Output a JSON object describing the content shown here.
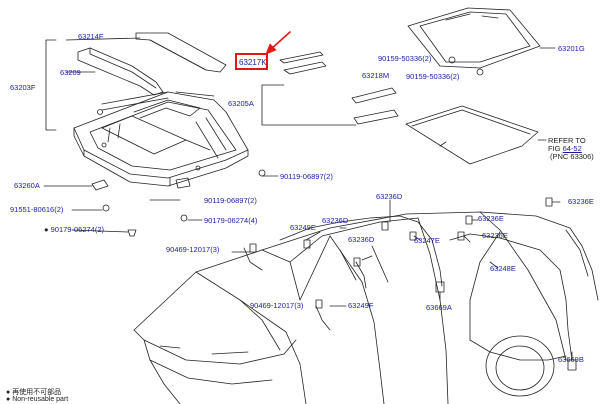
{
  "callouts": [
    {
      "id": "63214F",
      "text": "63214F"
    },
    {
      "id": "63209",
      "text": "63209"
    },
    {
      "id": "63203F",
      "text": "63203F"
    },
    {
      "id": "63217K",
      "text": "63217K"
    },
    {
      "id": "63205A",
      "text": "63205A"
    },
    {
      "id": "63218M",
      "text": "63218M"
    },
    {
      "id": "90159-50336a",
      "text": "90159-50336(2)"
    },
    {
      "id": "90159-50336b",
      "text": "90159-50336(2)"
    },
    {
      "id": "63201G",
      "text": "63201G"
    },
    {
      "id": "refer1",
      "text": "REFER TO"
    },
    {
      "id": "refer2a",
      "text": "FIG "
    },
    {
      "id": "refer2b",
      "text": "64-52"
    },
    {
      "id": "refer3",
      "text": "(PNC 63306)"
    },
    {
      "id": "63260A",
      "text": "63260A"
    },
    {
      "id": "90119-06897a",
      "text": "90119-06897(2)"
    },
    {
      "id": "90119-06897b",
      "text": "90119-06897(2)"
    },
    {
      "id": "91551-80616",
      "text": "91551-80616(2)"
    },
    {
      "id": "90179-06274a",
      "text": "90179-06274(4)"
    },
    {
      "id": "90179-06274b",
      "text": "90179-06274(2)"
    },
    {
      "id": "63236D1",
      "text": "63236D"
    },
    {
      "id": "63236E1",
      "text": "63236E"
    },
    {
      "id": "63236E2",
      "text": "63236E"
    },
    {
      "id": "63249E",
      "text": "63249E"
    },
    {
      "id": "63236D2",
      "text": "63236D"
    },
    {
      "id": "63236D3",
      "text": "63236D"
    },
    {
      "id": "63247E",
      "text": "63247E"
    },
    {
      "id": "63236E3",
      "text": "63236E"
    },
    {
      "id": "63248E",
      "text": "63248E"
    },
    {
      "id": "90469-12017a",
      "text": "90469-12017(3)"
    },
    {
      "id": "90469-12017b",
      "text": "90469-12017(3)"
    },
    {
      "id": "63249F",
      "text": "63249F"
    },
    {
      "id": "63669A",
      "text": "63669A"
    },
    {
      "id": "63669B",
      "text": "63669B"
    }
  ],
  "legend": [
    {
      "symbol": "●",
      "text": "再使用不可部品"
    },
    {
      "symbol": "●",
      "text": "Non-reusable part"
    }
  ],
  "colors": {
    "highlight": "#e01818",
    "label": "#1a1aa6",
    "line": "#222222"
  }
}
